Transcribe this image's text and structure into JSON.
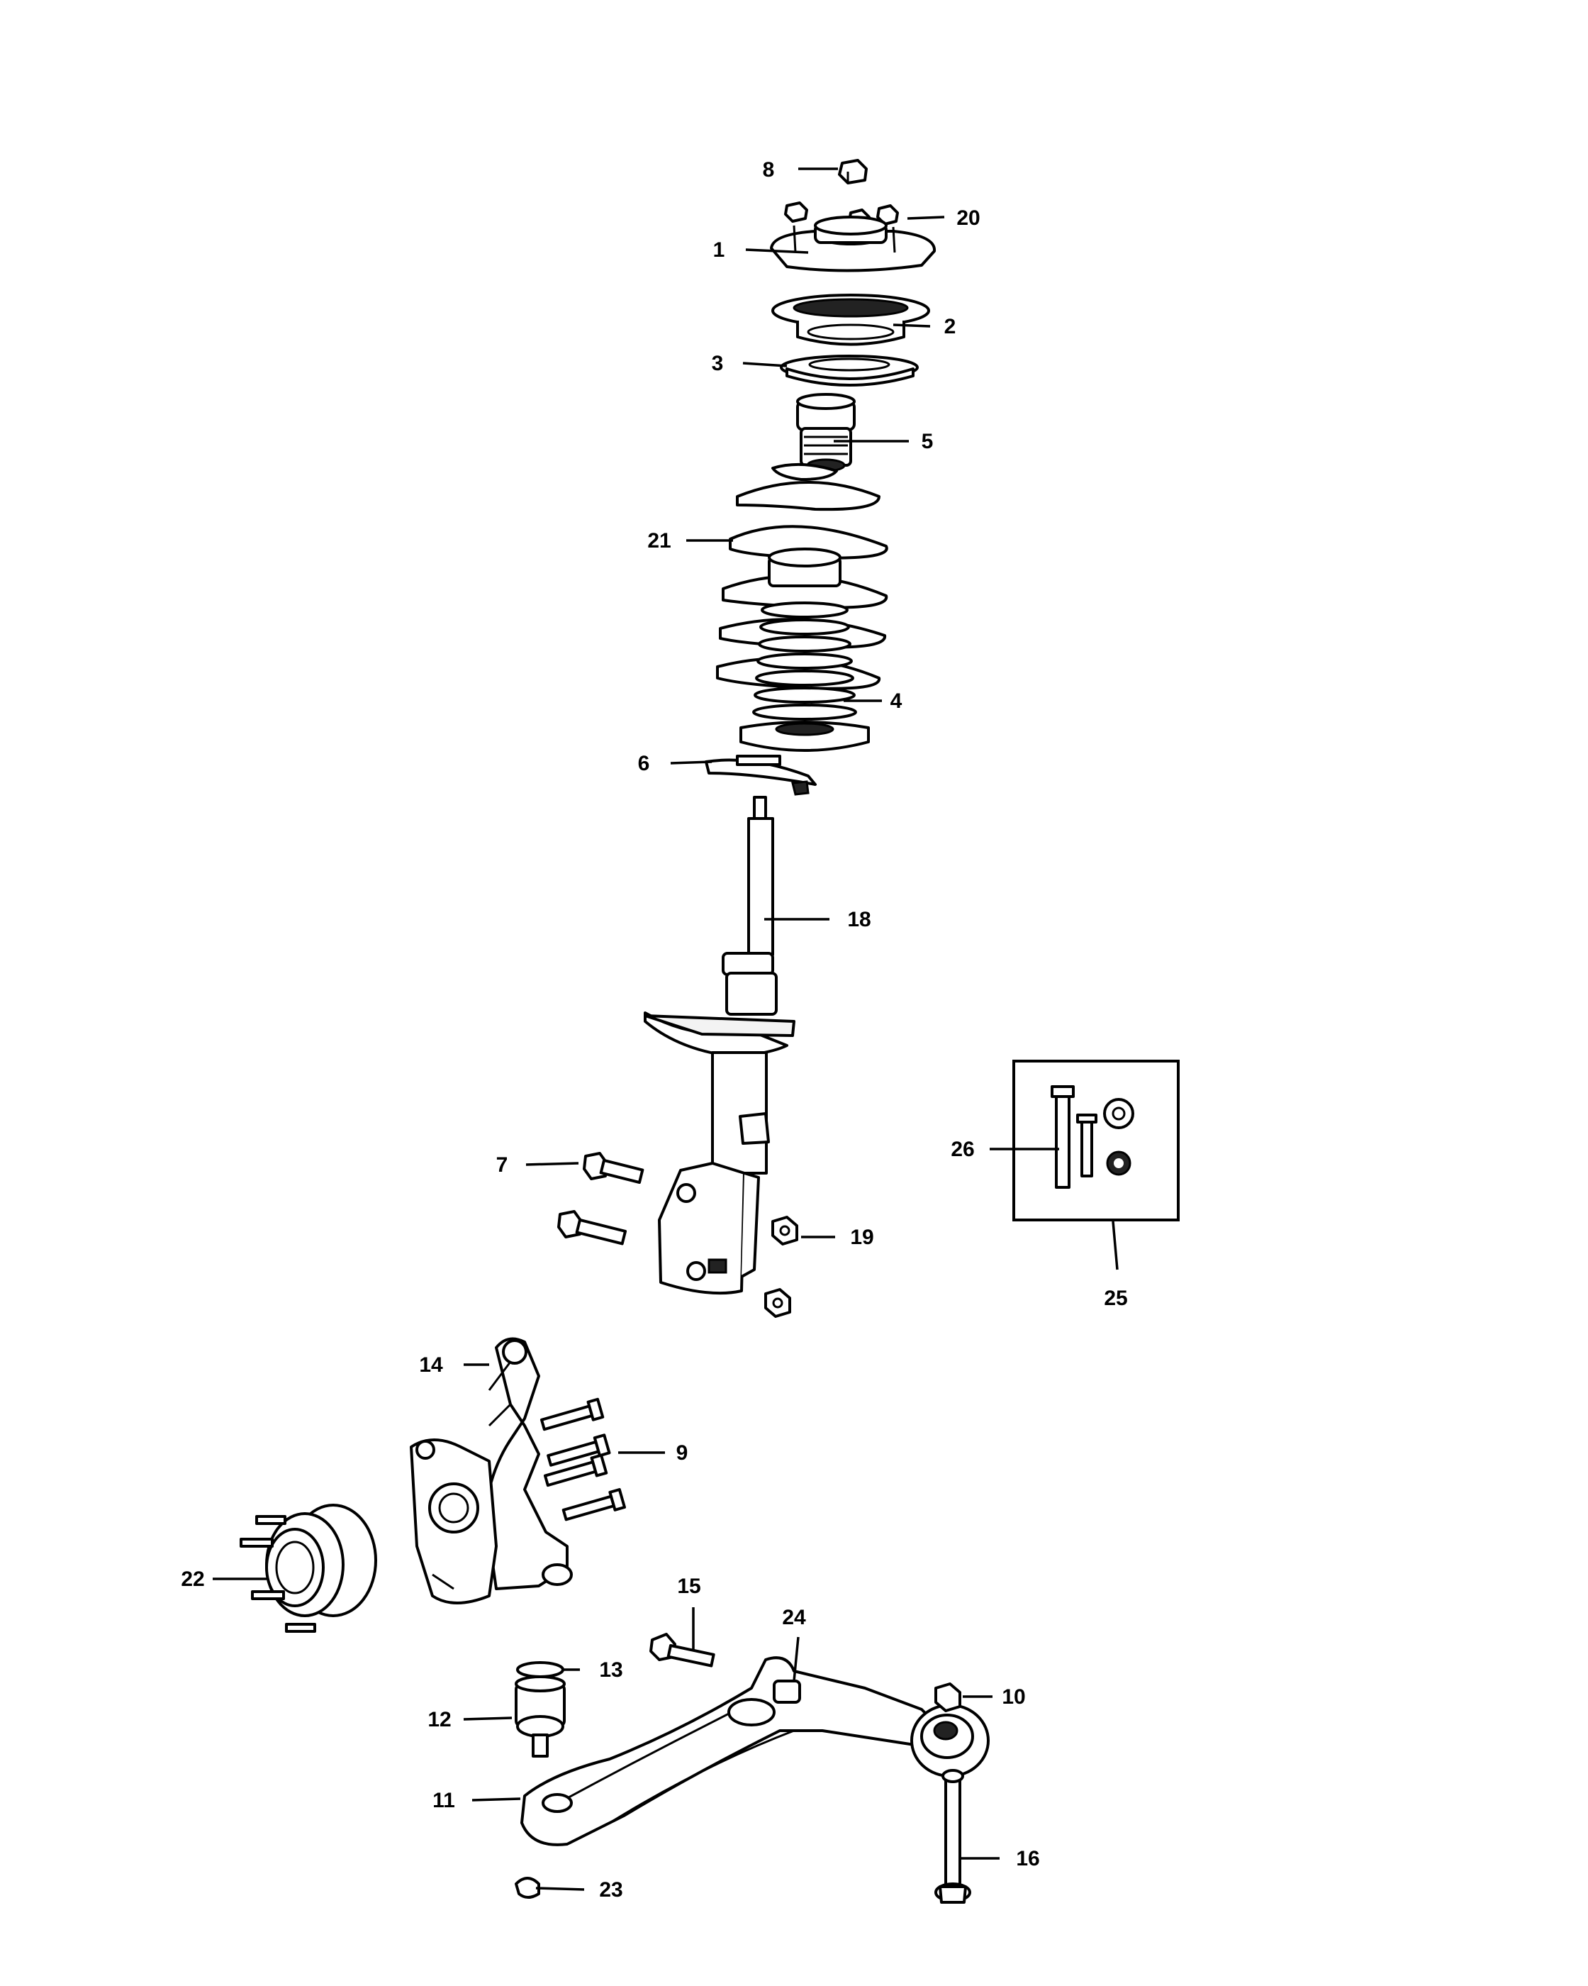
{
  "callouts": {
    "c1": "1",
    "c2": "2",
    "c3": "3",
    "c4": "4",
    "c5": "5",
    "c6": "6",
    "c7": "7",
    "c8": "8",
    "c9": "9",
    "c10": "10",
    "c11": "11",
    "c12": "12",
    "c13": "13",
    "c14": "14",
    "c15": "15",
    "c16": "16",
    "c18": "18",
    "c19": "19",
    "c20": "20",
    "c21": "21",
    "c22": "22",
    "c23": "23",
    "c24": "24",
    "c25": "25",
    "c26": "26"
  }
}
